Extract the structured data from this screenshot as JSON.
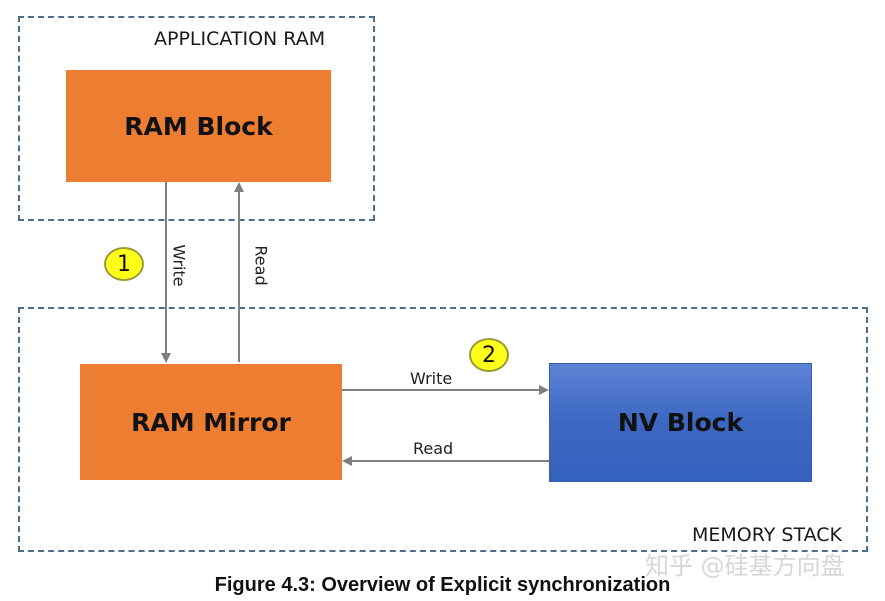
{
  "diagram": {
    "containers": {
      "application_ram": {
        "label": "APPLICATION RAM"
      },
      "memory_stack": {
        "label": "MEMORY STACK"
      }
    },
    "blocks": {
      "ram_block": {
        "label": "RAM Block",
        "color": "#ed7d31"
      },
      "ram_mirror": {
        "label": "RAM Mirror",
        "color": "#ed7d31"
      },
      "nv_block": {
        "label": "NV Block",
        "color": "#4472c4"
      }
    },
    "steps": {
      "step1": {
        "number": "1",
        "color": "#ffff1a"
      },
      "step2": {
        "number": "2",
        "color": "#ffff1a"
      }
    },
    "arrows": {
      "ram_to_mirror": {
        "label": "Write"
      },
      "mirror_to_ram": {
        "label": "Read"
      },
      "mirror_to_nv": {
        "label": "Write"
      },
      "nv_to_mirror": {
        "label": "Read"
      }
    },
    "arrow_color": "#808080"
  },
  "caption": "Figure 4.3: Overview of Explicit synchronization",
  "watermark": "知乎 @硅基方向盘"
}
